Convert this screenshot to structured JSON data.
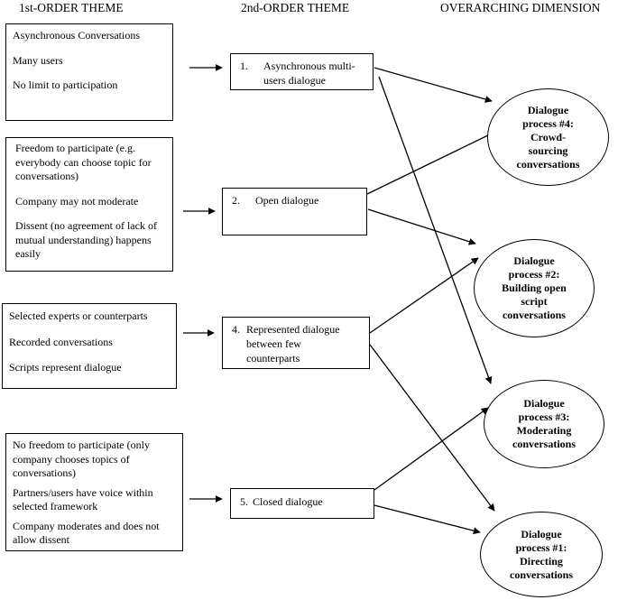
{
  "headers": {
    "first": "1st-ORDER THEME",
    "second": "2nd-ORDER THEME",
    "overarching": "OVERARCHING DIMENSION"
  },
  "first_order": [
    {
      "items": [
        "Asynchronous Conversations",
        "Many users",
        "No limit to participation"
      ]
    },
    {
      "items": [
        "Freedom to participate (e.g. everybody can choose topic for conversations)",
        "Company may not moderate",
        "Dissent (no agreement of lack of mutual understanding) happens easily"
      ]
    },
    {
      "items": [
        "Selected experts or counterparts",
        "Recorded conversations",
        "Scripts represent dialogue"
      ]
    },
    {
      "items": [
        "No freedom to participate (only company chooses topics of conversations)",
        "Partners/users have voice within selected framework",
        "Company moderates and does not allow dissent"
      ]
    }
  ],
  "second_order": [
    {
      "number": "1.",
      "label": "Asynchronous  multi-users dialogue"
    },
    {
      "number": "2.",
      "label": "Open dialogue"
    },
    {
      "number": "4.",
      "label": "Represented dialogue between few counterparts"
    },
    {
      "number": "5.",
      "label": "Closed dialogue"
    }
  ],
  "dimensions": [
    {
      "label": "Dialogue\nprocess #4:\nCrowd-\nsourcing\nconversations"
    },
    {
      "label": "Dialogue\nprocess #2:\nBuilding open\nscript\nconversations"
    },
    {
      "label": "Dialogue\nprocess #3:\nModerating\nconversations"
    },
    {
      "label": "Dialogue\nprocess #1:\nDirecting\nconversations"
    }
  ]
}
